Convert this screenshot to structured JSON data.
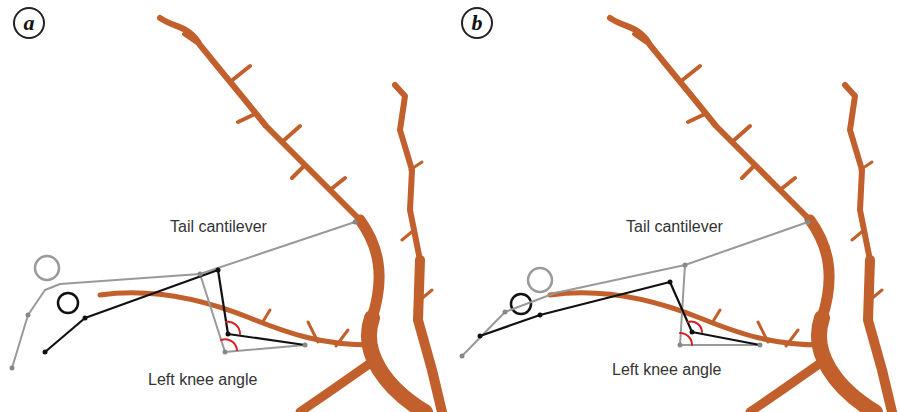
{
  "diagram": {
    "nodes": [
      {
        "text": [
          "a"
        ]
      },
      {
        "text": [
          "b"
        ]
      }
    ],
    "labels": [
      "Tail cantilever",
      "Left knee angle",
      "Tail cantilever",
      "Left knee angle"
    ]
  }
}
